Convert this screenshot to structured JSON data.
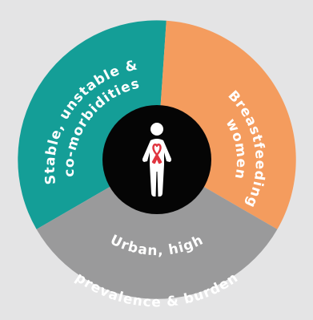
{
  "background_color": "#e4e4e5",
  "segments": [
    {
      "id": "stable",
      "color": "#149e97",
      "lines": [
        "Stable, unstable &",
        "co-morbidities"
      ]
    },
    {
      "id": "breastfeeding",
      "color": "#f49c5e",
      "lines": [
        "Breastfeeding",
        "women"
      ]
    },
    {
      "id": "urban",
      "color": "#9a9a9b",
      "lines": [
        "Urban, high",
        "prevalence & burden"
      ]
    }
  ],
  "center": {
    "circle_color": "#050505",
    "figure_color": "#ffffff",
    "ribbon_color": "#e0343f",
    "icon": "person-with-red-ribbon-icon"
  }
}
